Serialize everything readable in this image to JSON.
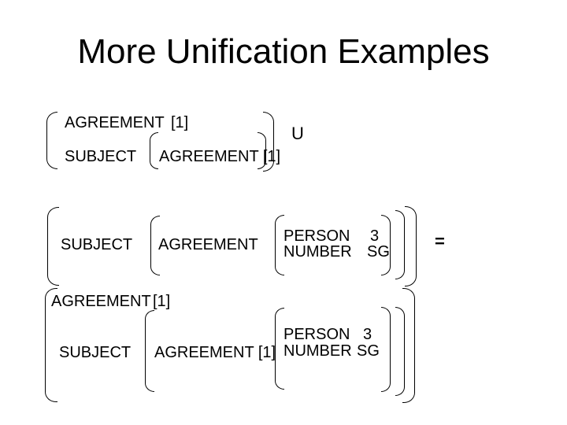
{
  "slide": {
    "title": "More Unification Examples",
    "background_color": "#ffffff",
    "text_color": "#000000"
  },
  "block1": {
    "row1_feature": "AGREEMENT",
    "row1_value": "[1]",
    "row2_feature": "SUBJECT",
    "row2_inner": "AGREEMENT [1]",
    "operator": "U"
  },
  "block2": {
    "feature": "SUBJECT",
    "inner_feature": "AGREEMENT",
    "person_label": "PERSON",
    "person_value": "3",
    "number_label": "NUMBER",
    "number_value": "SG",
    "operator": "="
  },
  "block3": {
    "row1_feature": "AGREEMENT",
    "row1_value": "[1]",
    "row2_feature": "SUBJECT",
    "row2_inner": "AGREEMENT [1]",
    "person_label": "PERSON",
    "person_value": "3",
    "number_label": "NUMBER",
    "number_value": "SG"
  }
}
